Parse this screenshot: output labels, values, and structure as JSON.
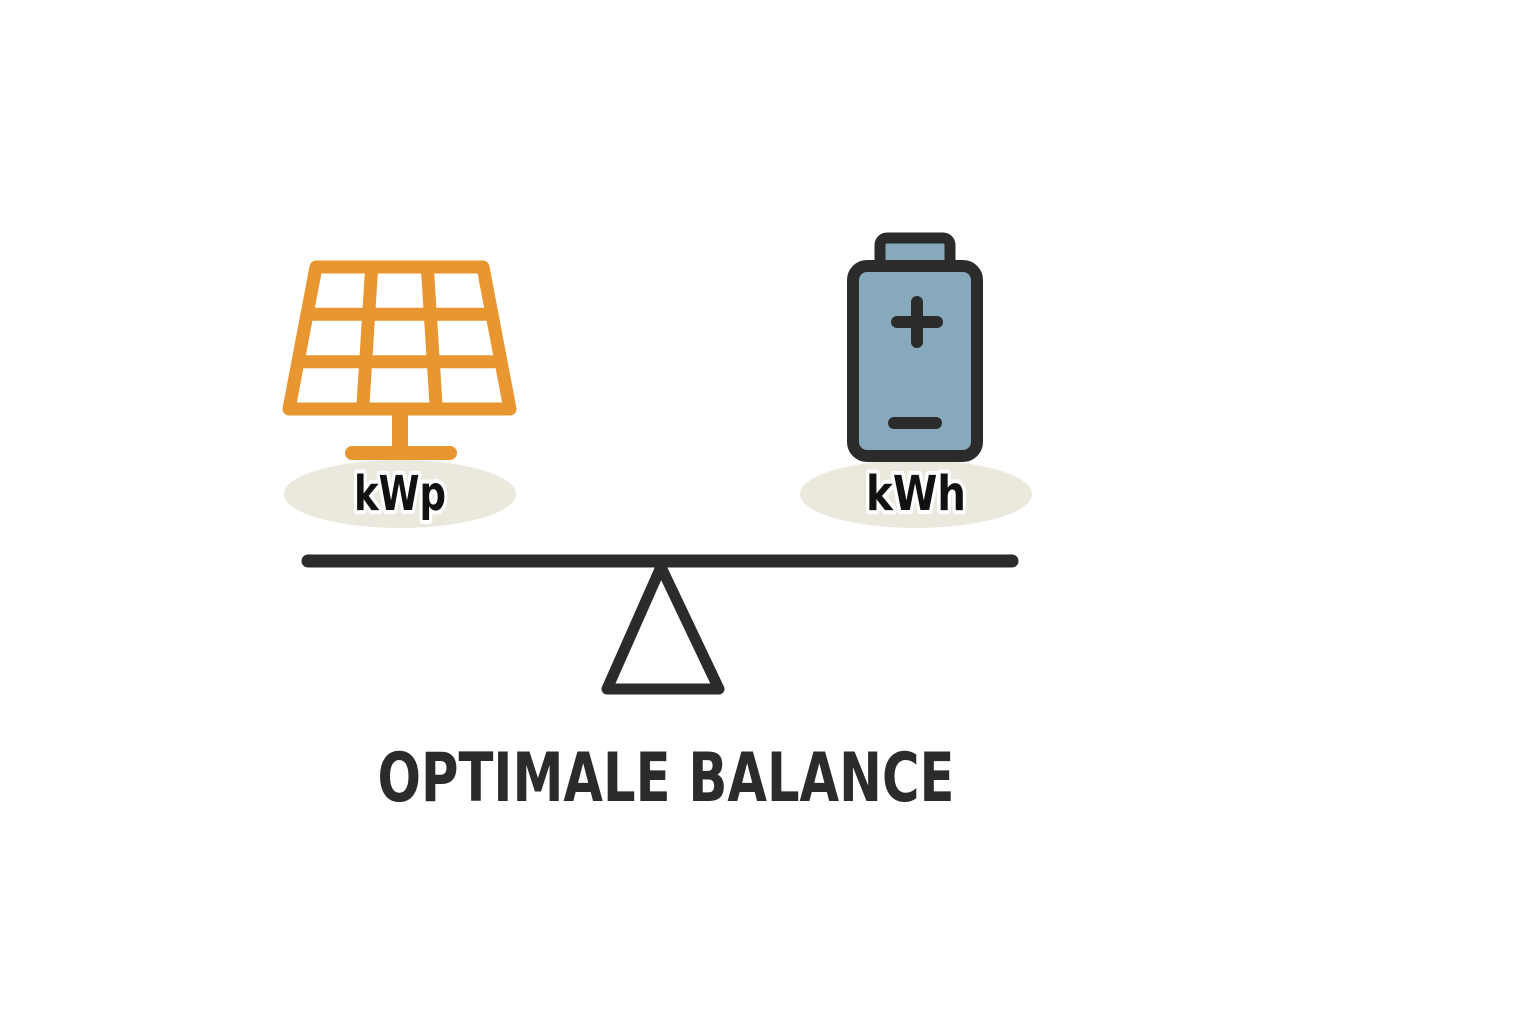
{
  "illustration": {
    "title": "OPTIMALE BALANCE",
    "left_side": {
      "icon": "solar-panel",
      "label": "kWp"
    },
    "right_side": {
      "icon": "battery",
      "label": "kWh"
    }
  },
  "colors": {
    "background": "#ffffff",
    "panel_orange": "#E8962F",
    "battery_blue": "#86A9BB",
    "outline_dark": "#2B2B2B",
    "ellipse_beige": "#EBE9DD",
    "label_text": "#111111",
    "label_outline": "#ffffff"
  }
}
